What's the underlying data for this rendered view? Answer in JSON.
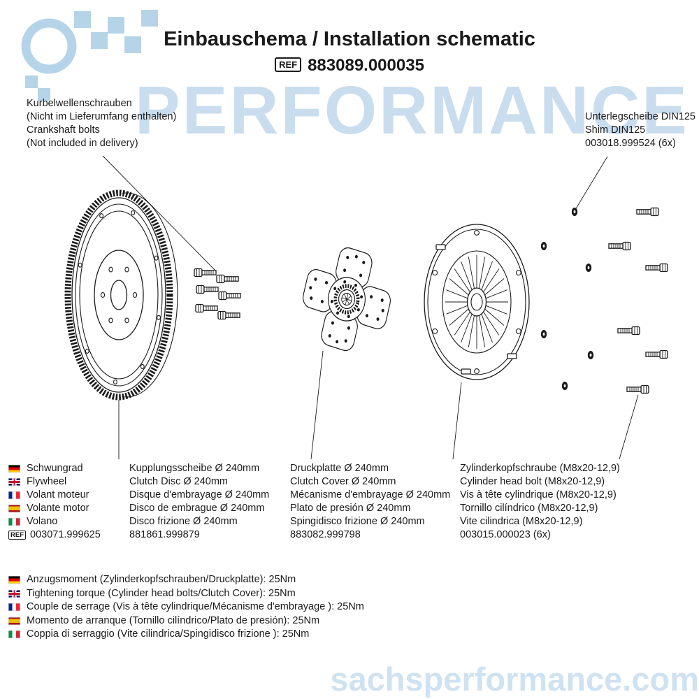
{
  "header": {
    "title": "Einbauschema / Installation schematic",
    "ref_label": "REF",
    "ref_number": "883089.000035"
  },
  "watermarks": {
    "performance": "PERFORMANCE",
    "website": "sachsperformance.com"
  },
  "callouts": {
    "crankshaft_bolts": {
      "line1": "Kurbelwellenschrauben",
      "line2": "(Nicht im Lieferumfang enthalten)",
      "line3": "Crankshaft bolts",
      "line4": "(Not included in delivery)"
    },
    "shim": {
      "line1": "Unterlegscheibe DIN125",
      "line2": "Shim DIN125",
      "line3": "003018.999524 (6x)"
    }
  },
  "parts": [
    {
      "ref_label": "REF",
      "names": [
        "Schwungrad",
        "Flywheel",
        "Volant moteur",
        "Volante motor",
        "Volano"
      ],
      "ref": "003071.999625"
    },
    {
      "names": [
        "Kupplungsscheibe Ø 240mm",
        "Clutch Disc Ø 240mm",
        "Disque d'embrayage Ø 240mm",
        "Disco de embrague Ø 240mm",
        "Disco frizione Ø 240mm"
      ],
      "ref": "881861.999879"
    },
    {
      "names": [
        "Druckplatte Ø 240mm",
        "Clutch Cover Ø 240mm",
        "Mécanisme d'embrayage Ø 240mm",
        "Plato de presión Ø 240mm",
        "Spingidisco frizione Ø 240mm"
      ],
      "ref": "883082.999798"
    },
    {
      "names": [
        "Zylinderkopfschraube (M8x20-12,9)",
        "Cylinder head bolt (M8x20-12,9)",
        "Vis à tête cylindrique (M8x20-12,9)",
        "Tornillo cilíndrico (M8x20-12,9)",
        "Vite cilindrica (M8x20-12,9)"
      ],
      "ref": "003015.000023 (6x)"
    }
  ],
  "torque_notes": [
    "Anzugsmoment (Zylinderkopfschrauben/Druckplatte):  25Nm",
    "Tightening torque  (Cylinder head bolts/Clutch Cover): 25Nm",
    "Couple de serrage (Vis à tête cylindrique/Mécanisme d'embrayage ): 25Nm",
    "Momento de arranque (Tornillo cilíndrico/Plato de presión): 25Nm",
    "Coppia di serraggio (Vite cilindrica/Spingidisco frizione ): 25Nm"
  ],
  "colors": {
    "watermark_blue": "#c9ddee",
    "line_black": "#1a1a1a"
  }
}
